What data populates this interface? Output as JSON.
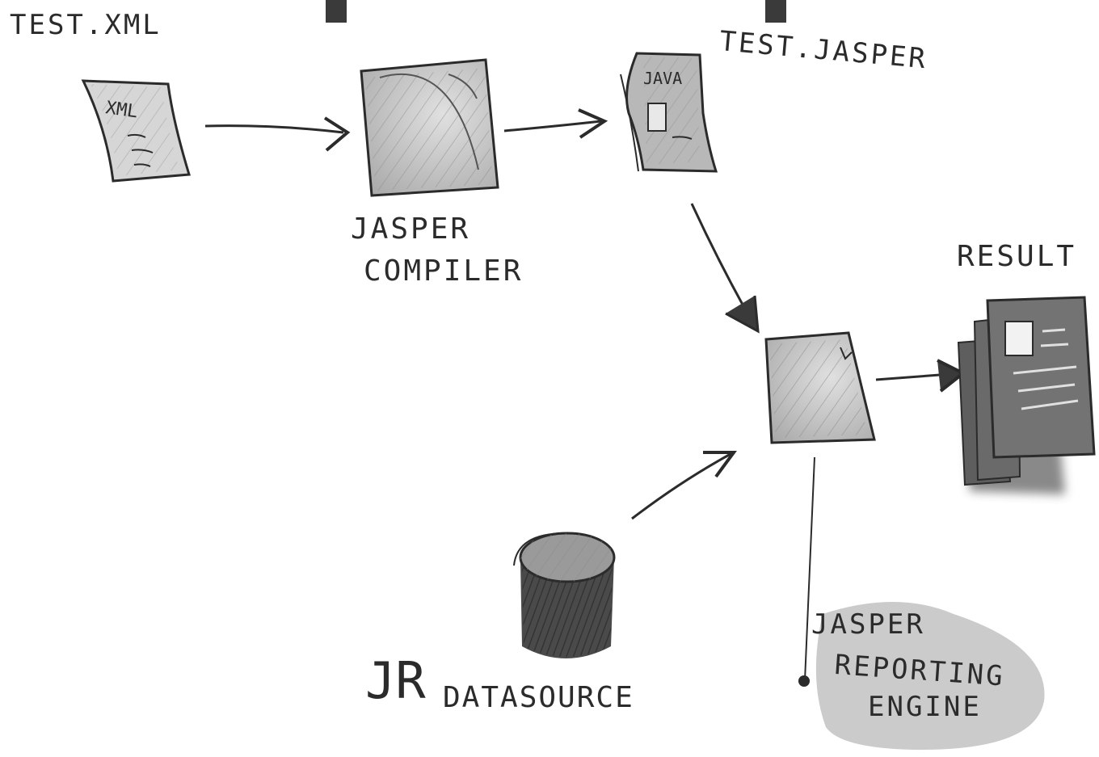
{
  "labels": {
    "test_xml": "TEST.XML",
    "test_jasper": "TEST.JASPER",
    "jasper_compiler_line1": "JASPER",
    "jasper_compiler_line2": "COMPILER",
    "result": "RESULT",
    "jr_prefix": "JR",
    "datasource": "DATASOURCE",
    "engine_line1": "JASPER",
    "engine_line2": "REPORTING",
    "engine_line3": "ENGINE"
  },
  "icons": {
    "xml_doc": {
      "name": "xml-document-icon",
      "text": "XML"
    },
    "jasper_doc": {
      "name": "jasper-document-icon",
      "text": "JAVA"
    },
    "compiler": {
      "name": "compiler-box-icon"
    },
    "engine": {
      "name": "reporting-engine-box-icon"
    },
    "datasource": {
      "name": "database-cylinder-icon"
    },
    "result": {
      "name": "result-report-icon"
    }
  },
  "colors": {
    "ink": "#2b2b2b",
    "paper_fill": "#d8d8d8",
    "box_fill": "#c8c8c8",
    "dark_fill": "#5a5a5a",
    "result_fill": "#6e6e6e",
    "engine_blob": "#bdbdbd"
  }
}
